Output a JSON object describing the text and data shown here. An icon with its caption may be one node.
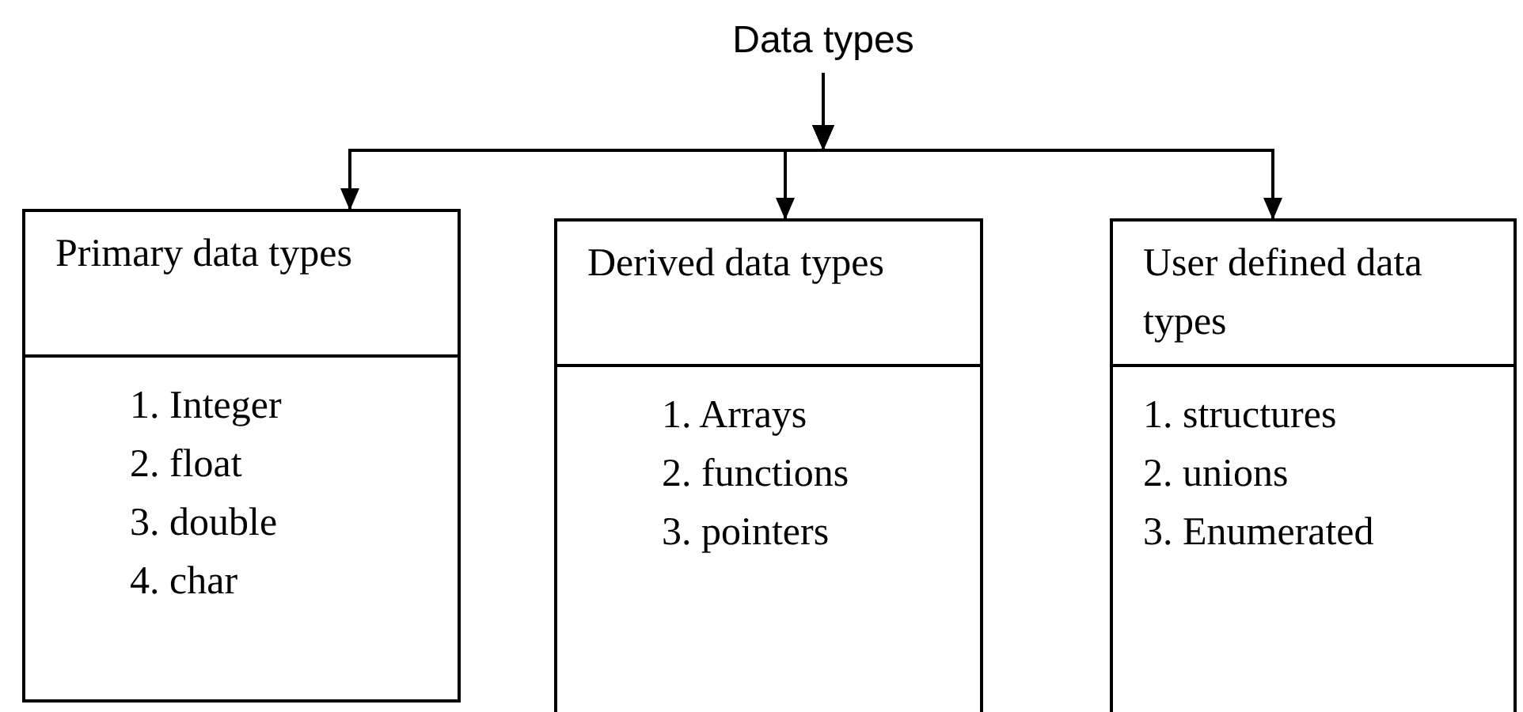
{
  "diagram": {
    "nodes": [
      {
        "text": [
          "Data types"
        ]
      },
      {
        "text": [
          "Primary data types",
          "1. Integer",
          "2. float",
          "3. double",
          "4. char"
        ]
      },
      {
        "text": [
          "Derived data types",
          "1. Arrays",
          "2. functions",
          "3. pointers"
        ]
      },
      {
        "text": [
          "User defined data types",
          "1. structures",
          "2. unions",
          "3. Enumerated"
        ]
      }
    ],
    "edges": [
      {
        "from": 0,
        "to": 1,
        "arrow": "to"
      },
      {
        "from": 0,
        "to": 2,
        "arrow": "to"
      },
      {
        "from": 0,
        "to": 3,
        "arrow": "to"
      }
    ]
  }
}
